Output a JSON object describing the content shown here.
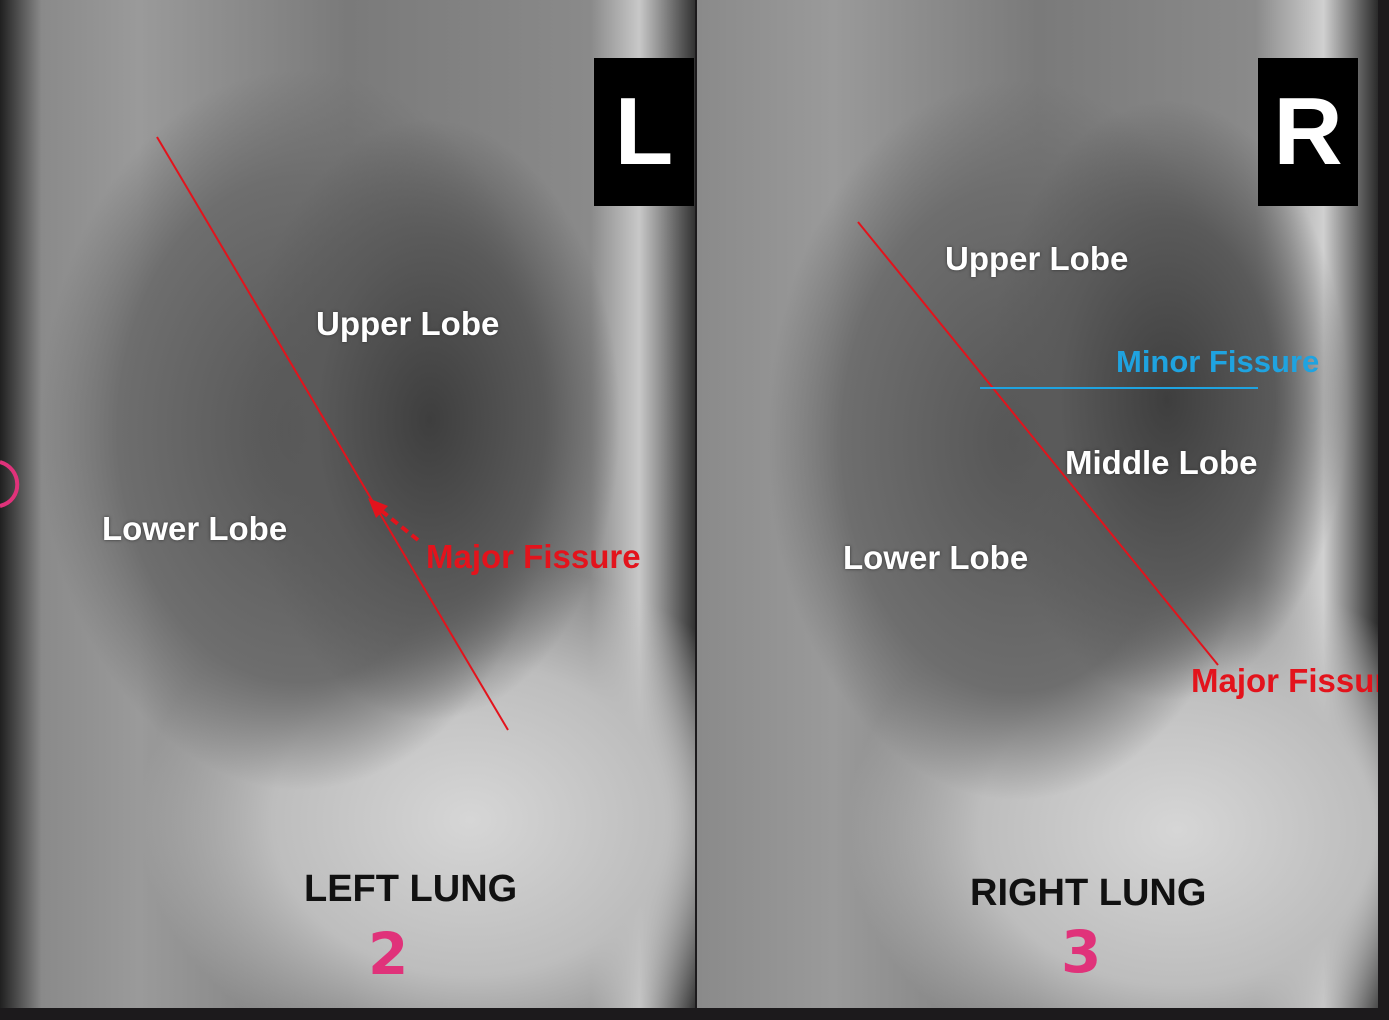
{
  "left_panel": {
    "side_marker": "L",
    "labels": {
      "upper_lobe": "Upper Lobe",
      "lower_lobe": "Lower Lobe",
      "major_fissure": "Major Fissure"
    },
    "caption": "LEFT LUNG",
    "handwritten_number": "2"
  },
  "right_panel": {
    "side_marker": "R",
    "labels": {
      "upper_lobe": "Upper Lobe",
      "minor_fissure": "Minor Fissure",
      "middle_lobe": "Middle Lobe",
      "lower_lobe": "Lower Lobe",
      "major_fissure": "Major Fissure"
    },
    "caption": "RIGHT LUNG",
    "handwritten_number": "3"
  },
  "colors": {
    "major_fissure": "#e3131c",
    "minor_fissure": "#1fa3e0",
    "handwriting": "#e0327a"
  }
}
